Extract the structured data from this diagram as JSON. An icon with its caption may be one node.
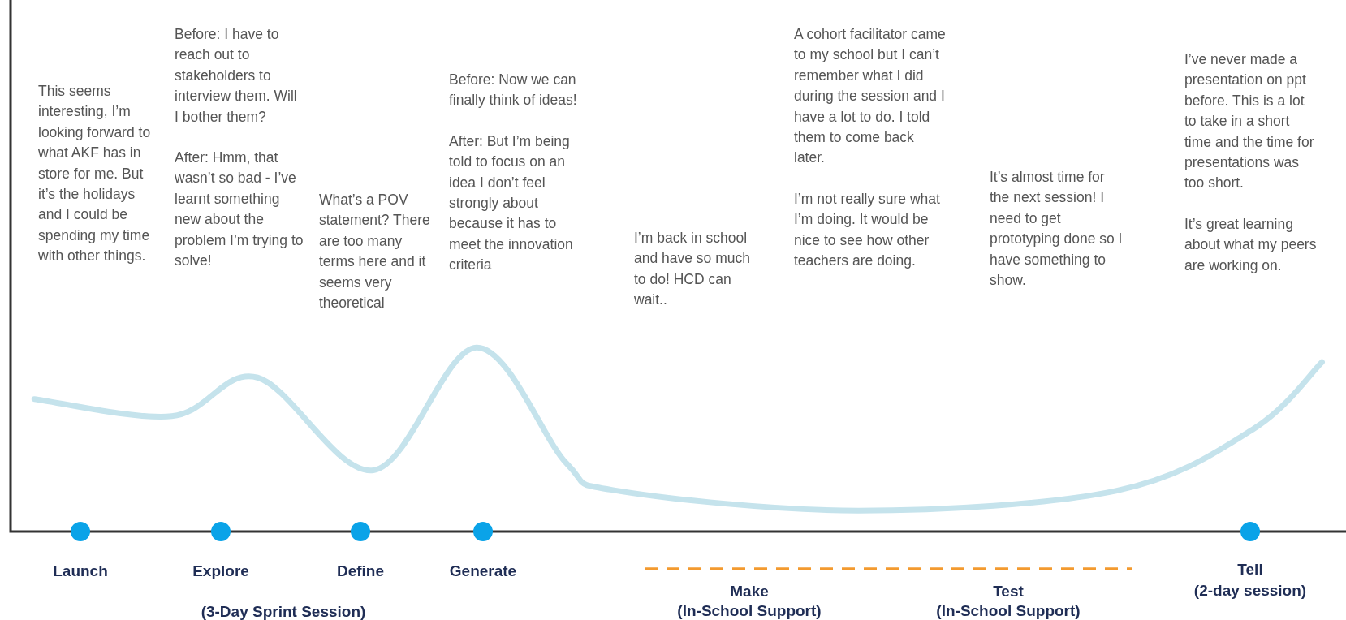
{
  "diagram": {
    "labels": [
      "This seems interesting, I’m looking forward to what AKF has in store for me. But it’s the holidays and I could be spending my time with other things.",
      "Before: I have to reach out to stakeholders to interview them. Will I bother them?",
      "After: Hmm, that wasn’t so bad - I’ve learnt something new about the problem I’m trying to solve!",
      "What’s a POV statement? There are too many terms here and it seems very theoretical",
      "Before: Now we can finally think of ideas!",
      "After: But I’m being told to focus on an idea I don’t feel strongly about because it has to meet the innovation criteria",
      "I’m back in school and have so much to do! HCD can wait..",
      "A cohort facilitator came to my school but I can’t remember what I did during the session and I have a lot to do. I told them to come back later.",
      "I’m not really sure what I’m doing. It would be nice to see how other teachers are doing.",
      "It’s almost time for the next session! I need to get prototyping done so I have something to show.",
      "I’ve never made a presentation on ppt before. This is a lot to take in a short time and the time for presentations was too short.",
      "It’s great learning about what my peers are working on.",
      "Launch",
      "Explore",
      "Define",
      "Generate",
      "Tell",
      "(2-day session)",
      "Make",
      "(In-School Support)",
      "Test",
      "(In-School Support)",
      "(3-Day Sprint Session)"
    ]
  }
}
